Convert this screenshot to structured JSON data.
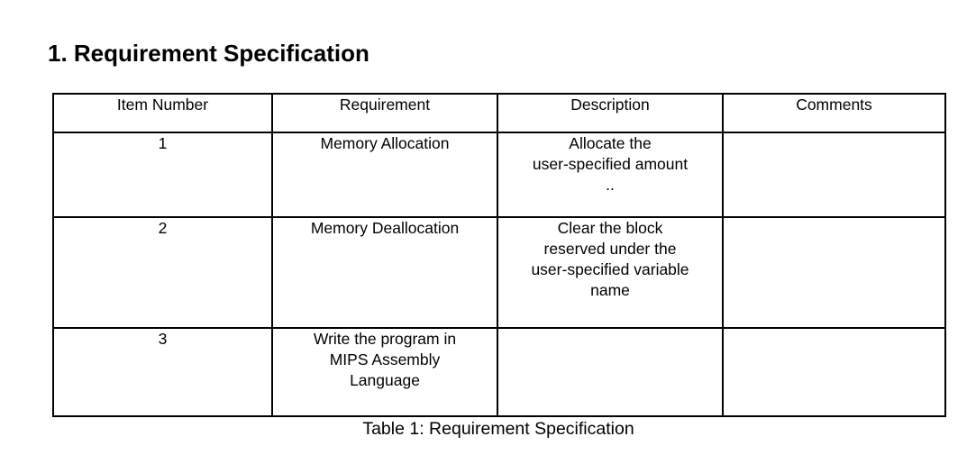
{
  "slide": {
    "title": "1. Requirement Specification",
    "background_color": "#ffffff",
    "text_color": "#000000",
    "border_color": "#000000"
  },
  "table": {
    "caption": "Table 1: Requirement Specification",
    "columns": [
      {
        "key": "item_number",
        "header": "Item Number"
      },
      {
        "key": "requirement",
        "header": "Requirement"
      },
      {
        "key": "description",
        "header": "Description"
      },
      {
        "key": "comments",
        "header": "Comments"
      }
    ],
    "rows": [
      {
        "item_number": "1",
        "requirement": "Memory Allocation",
        "description": "Allocate the\nuser-specified amount\n..",
        "comments": ""
      },
      {
        "item_number": "2",
        "requirement": "Memory Deallocation",
        "description": "Clear the block\nreserved under the\nuser-specified variable\nname",
        "comments": ""
      },
      {
        "item_number": "3",
        "requirement": "Write the program in\nMIPS Assembly\nLanguage",
        "description": "",
        "comments": ""
      }
    ]
  }
}
